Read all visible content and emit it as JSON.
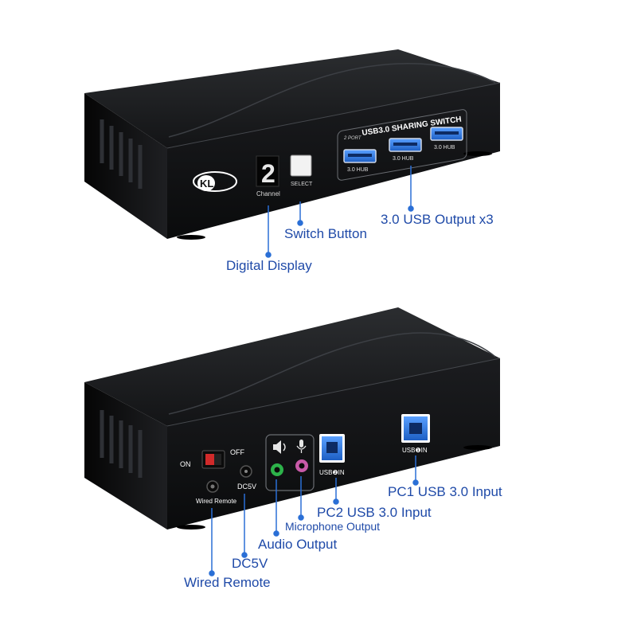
{
  "front_panel": {
    "brand": "KL au",
    "display_digit": "2",
    "channel_label": "Channel",
    "select_label": "SELECT",
    "sharing_title": "USB3.0 SHARING SWITCH",
    "port_mark": "2 PORT",
    "hub_labels": [
      "3.0 HUB",
      "3.0 HUB",
      "3.0 HUB"
    ]
  },
  "rear_panel": {
    "on_label": "ON",
    "off_label": "OFF",
    "dc_label": "DC5V",
    "wired_remote_label": "Wired Remote",
    "usb_in_2": "USB❷IN",
    "usb_in_1": "USB❶IN"
  },
  "callouts": {
    "usb_output": "3.0 USB Output x3",
    "switch_button": "Switch Button",
    "digital_display": "Digital Display",
    "pc1_input": "PC1 USB 3.0 Input",
    "pc2_input": "PC2 USB 3.0 Input",
    "microphone_output": "Microphone Output",
    "audio_output": "Audio Output",
    "dc5v": "DC5V",
    "wired_remote": "Wired Remote"
  },
  "colors": {
    "callout_text": "#1f4aa8",
    "leader_line": "#2a6fd6",
    "usb_blue": "#2f78d6",
    "audio_green": "#2db34a",
    "mic_pink": "#c85aa8",
    "body": "#111214"
  }
}
